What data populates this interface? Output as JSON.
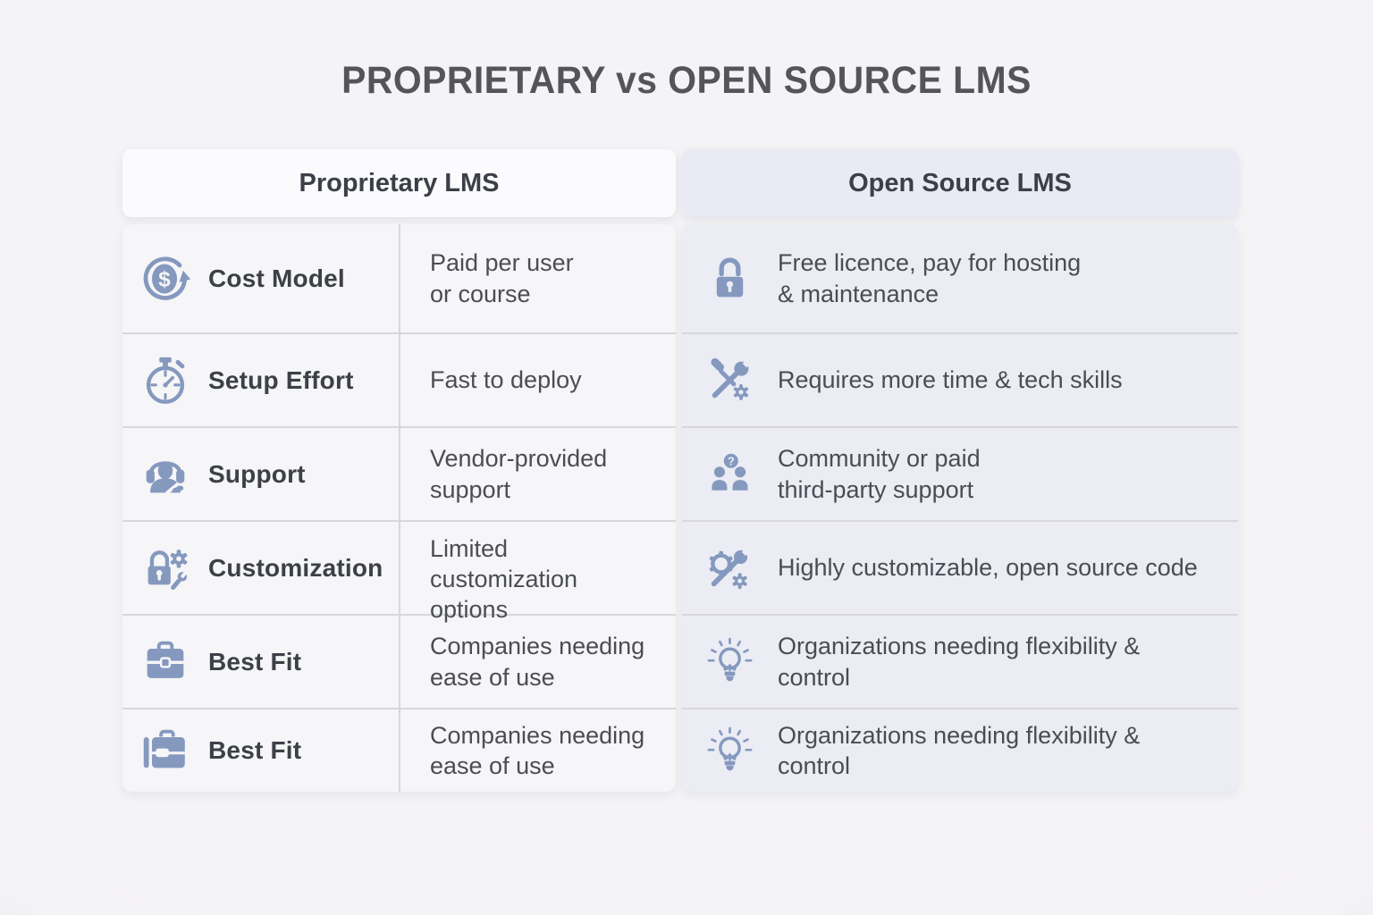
{
  "title": "PROPRIETARY vs OPEN SOURCE LMS",
  "headers": {
    "proprietary": "Proprietary LMS",
    "open_source": "Open Source LMS"
  },
  "rows": [
    {
      "label": "Cost Model",
      "label_icon": "money-cycle-icon",
      "proprietary": "Paid per user\nor course",
      "open_source": "Free licence, pay for hosting\n& maintenance",
      "open_source_icon": "padlock-icon"
    },
    {
      "label": "Setup Effort",
      "label_icon": "stopwatch-icon",
      "proprietary": "Fast to deploy",
      "open_source": "Requires more time & tech skills",
      "open_source_icon": "tools-icon"
    },
    {
      "label": "Support",
      "label_icon": "headset-person-icon",
      "proprietary": "Vendor-provided\nsupport",
      "open_source": "Community or paid\nthird-party support",
      "open_source_icon": "people-question-icon"
    },
    {
      "label": "Customization",
      "label_icon": "lock-gear-icon",
      "proprietary": "Limited\ncustomization\noptions",
      "open_source": "Highly customizable, open source code",
      "open_source_icon": "gears-wrench-icon"
    },
    {
      "label": "Best Fit",
      "label_icon": "briefcase-icon",
      "proprietary": "Companies needing\nease of use",
      "open_source": "Organizations needing flexibility &\ncontrol",
      "open_source_icon": "lightbulb-icon"
    },
    {
      "label": "Best Fit",
      "label_icon": "briefcase-side-icon",
      "proprietary": "Companies needing\nease of use",
      "open_source": "Organizations needing flexibility &\ncontrol",
      "open_source_icon": "lightbulb-icon"
    }
  ],
  "colors": {
    "icon": "#8599bf",
    "proprietary_cell_bg": "#f6f5f7",
    "open_source_cell_bg": "#ebecf4",
    "proprietary_header_bg": "#fbfafc",
    "open_source_header_bg": "#e9eaf3",
    "divider": "#d8d7dd",
    "title_text": "#53555b",
    "body_text": "#4a4d54"
  }
}
